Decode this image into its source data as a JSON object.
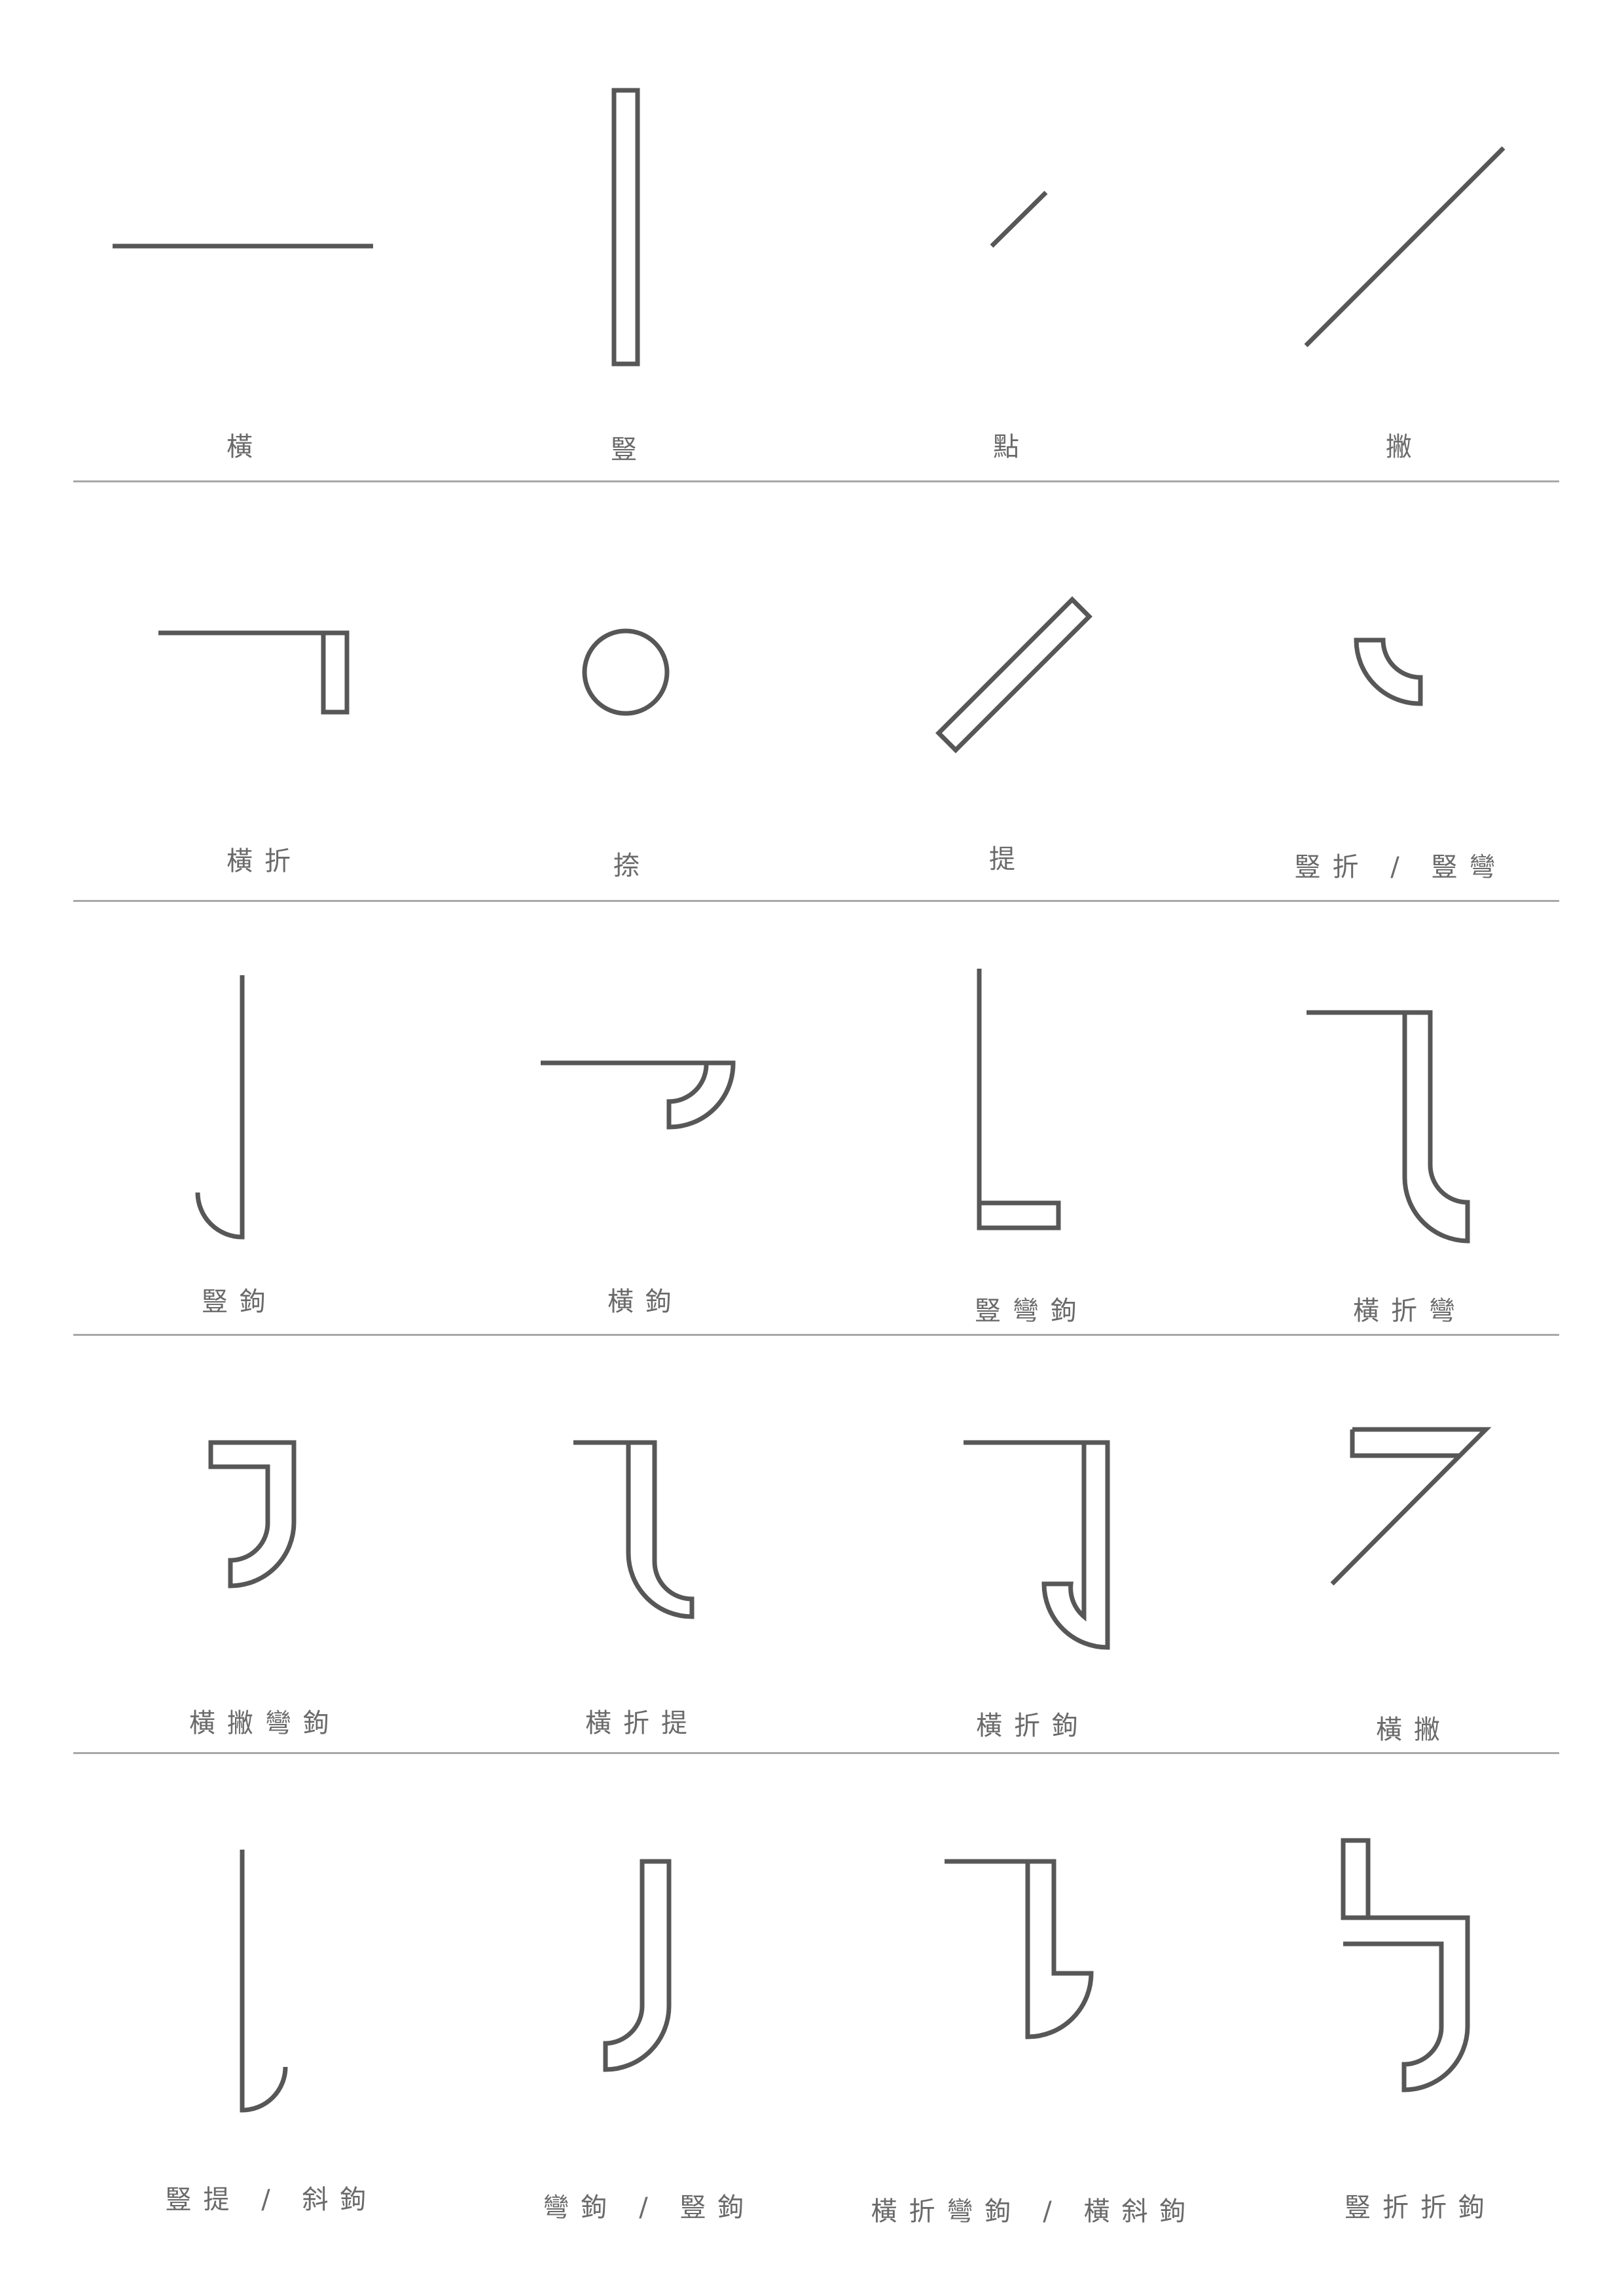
{
  "labels": {
    "heng": "橫",
    "shu": "豎",
    "dian": "點",
    "pie": "撇",
    "hengzhe": "橫折",
    "na": "捺",
    "ti": "提",
    "shuzhe_shuwan": "豎折 / 豎彎",
    "shugou": "豎鉤",
    "henggou": "橫鉤",
    "shuwangou": "豎彎鉤",
    "hengzhewan": "橫折彎",
    "hengpiewangou": "橫撇彎鉤",
    "hengzheti": "橫折提",
    "hengzhegou": "橫折鉤",
    "hengpie": "橫撇",
    "shuti_xiegou": "豎提 / 斜鉤",
    "wangou_shugou": "彎鉤 / 豎鉤",
    "hengzhewangou_hengxiegou": "橫折彎鉤 / 橫斜鉤",
    "shuzhezhegou": "豎折折鉤"
  }
}
